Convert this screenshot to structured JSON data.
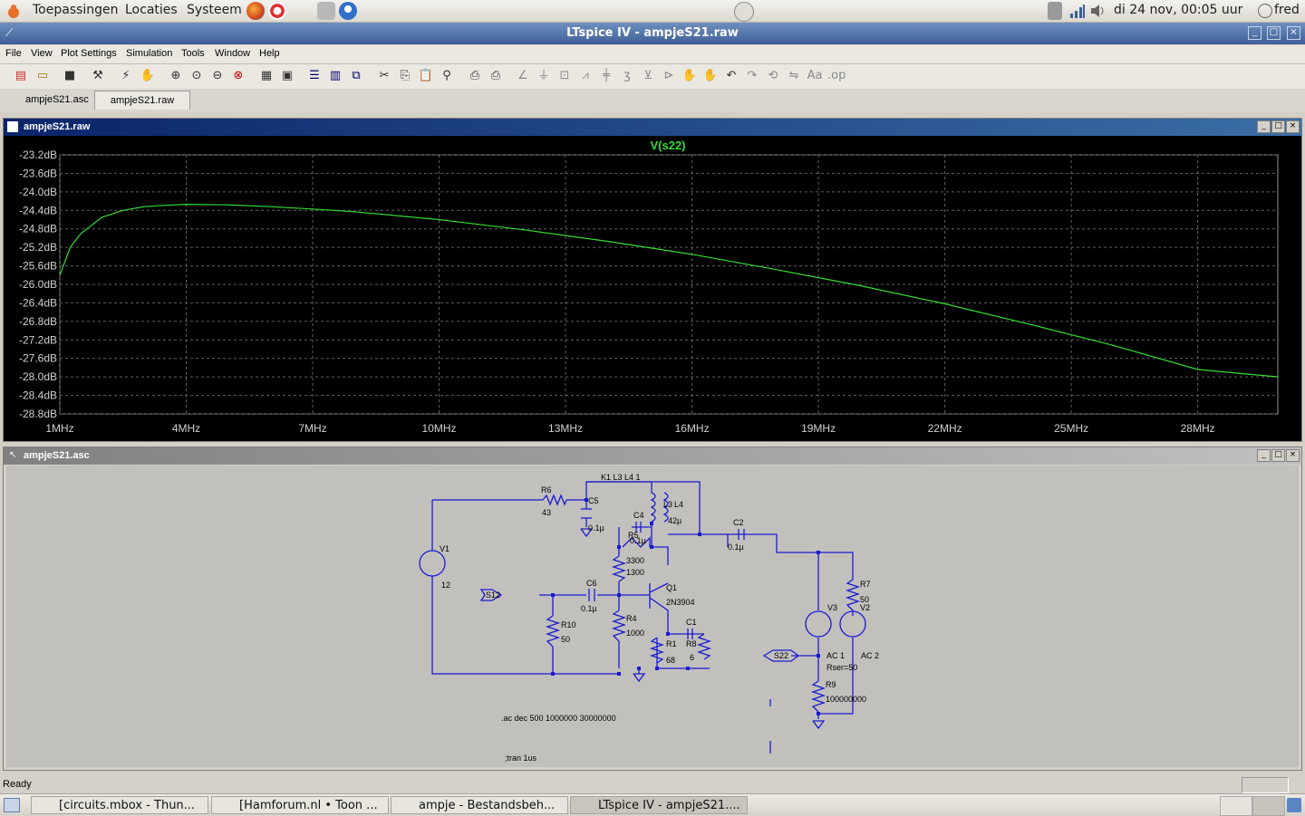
{
  "panel": {
    "menus": [
      "Toepassingen",
      "Locaties",
      "Systeem"
    ],
    "clock": "di 24 nov, 00:05 uur",
    "user": "fred"
  },
  "window": {
    "title": "LTspice IV - ampjeS21.raw"
  },
  "menubar": [
    "File",
    "View",
    "Plot Settings",
    "Simulation",
    "Tools",
    "Window",
    "Help"
  ],
  "tabs": [
    "ampjeS21.asc",
    "ampjeS21.raw"
  ],
  "plot_window": {
    "title": "ampjeS21.raw",
    "trace_label": "V(s22)",
    "trace_color": "#33dd33"
  },
  "chart_data": {
    "type": "line",
    "title": "",
    "series": [
      {
        "name": "V(s22)",
        "x": [
          1,
          1.25,
          1.5,
          2,
          2.5,
          3,
          3.5,
          4,
          5,
          6,
          7,
          8,
          10,
          12,
          14,
          16,
          18,
          20,
          22,
          24,
          26,
          28,
          29.9
        ],
        "y": [
          -25.8,
          -25.2,
          -24.9,
          -24.55,
          -24.4,
          -24.32,
          -24.29,
          -24.27,
          -24.28,
          -24.32,
          -24.37,
          -24.43,
          -24.6,
          -24.82,
          -25.07,
          -25.35,
          -25.68,
          -26.03,
          -26.42,
          -26.86,
          -27.32,
          -27.84,
          -28.0
        ]
      }
    ],
    "x_unit": "MHz",
    "y_unit": "dB",
    "xlim": [
      1,
      29.9
    ],
    "ylim": [
      -28.8,
      -23.2
    ],
    "x_ticks": [
      "1MHz",
      "4MHz",
      "7MHz",
      "10MHz",
      "13MHz",
      "16MHz",
      "19MHz",
      "22MHz",
      "25MHz",
      "28MHz"
    ],
    "y_ticks": [
      "-23.2dB",
      "-23.6dB",
      "-24.0dB",
      "-24.4dB",
      "-24.8dB",
      "-25.2dB",
      "-25.6dB",
      "-26.0dB",
      "-26.4dB",
      "-26.8dB",
      "-27.2dB",
      "-27.6dB",
      "-28.0dB",
      "-28.4dB",
      "-28.8dB"
    ],
    "grid": true
  },
  "schematic_window": {
    "title": "ampjeS21.asc",
    "labels": {
      "k1": "K1 L3 L4 1",
      "r6": "R6",
      "r6v": "43",
      "c5": "C5",
      "c5v": "0.1µ",
      "l3": "L3",
      "l4": "L4",
      "lv": "42µ",
      "c4": "C4",
      "c4v": "0.1µ",
      "r5": "R5",
      "r5v": "3300",
      "r3v": "1300",
      "c2": "C2",
      "c2v": "0.1µ",
      "v1": "V1",
      "v1v": "12",
      "s12": "S12",
      "c6": "C6",
      "c6v": "0.1µ",
      "q1": "Q1",
      "q1v": "2N3904",
      "r10": "R10",
      "r10v": "50",
      "r4": "R4",
      "r4v": "1000",
      "c1": "C1",
      "r1": "R1",
      "r1v": "68",
      "r8": "R8",
      "r8v": "6",
      "r7": "R7",
      "r7v": "50",
      "v3": "V3",
      "v2": "V2",
      "ac1": "AC 1",
      "ac2": "AC 2",
      "rser": "Rser=50",
      "s22": "S22",
      "r9": "R9",
      "r9v": "100000000",
      "directive_ac": ".ac dec 500 1000000 30000000",
      "directive_tran": ";tran 1us"
    }
  },
  "status": "Ready",
  "taskbar": [
    "[circuits.mbox - Thun...",
    "[Hamforum.nl • Toon ...",
    "ampje - Bestandsbeh...",
    "LTspice IV - ampjeS21...."
  ]
}
